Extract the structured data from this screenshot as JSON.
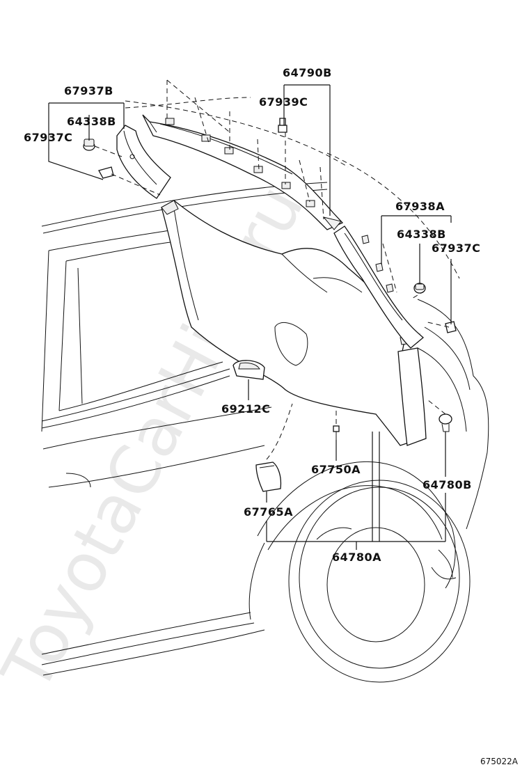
{
  "watermark": "ToyotaCarHire.ru",
  "figure_code": "675022A",
  "parts": [
    {
      "id": "p-64790B",
      "label": "64790B"
    },
    {
      "id": "p-67939C",
      "label": "67939C"
    },
    {
      "id": "p-67937B",
      "label": "67937B"
    },
    {
      "id": "p-64338B-left",
      "label": "64338B"
    },
    {
      "id": "p-67937C-left",
      "label": "67937C"
    },
    {
      "id": "p-67938A",
      "label": "67938A"
    },
    {
      "id": "p-64338B-right",
      "label": "64338B"
    },
    {
      "id": "p-67937C-right",
      "label": "67937C"
    },
    {
      "id": "p-69212C",
      "label": "69212C"
    },
    {
      "id": "p-67750A",
      "label": "67750A"
    },
    {
      "id": "p-64780B",
      "label": "64780B"
    },
    {
      "id": "p-67765A",
      "label": "67765A"
    },
    {
      "id": "p-64780A",
      "label": "64780A"
    }
  ]
}
